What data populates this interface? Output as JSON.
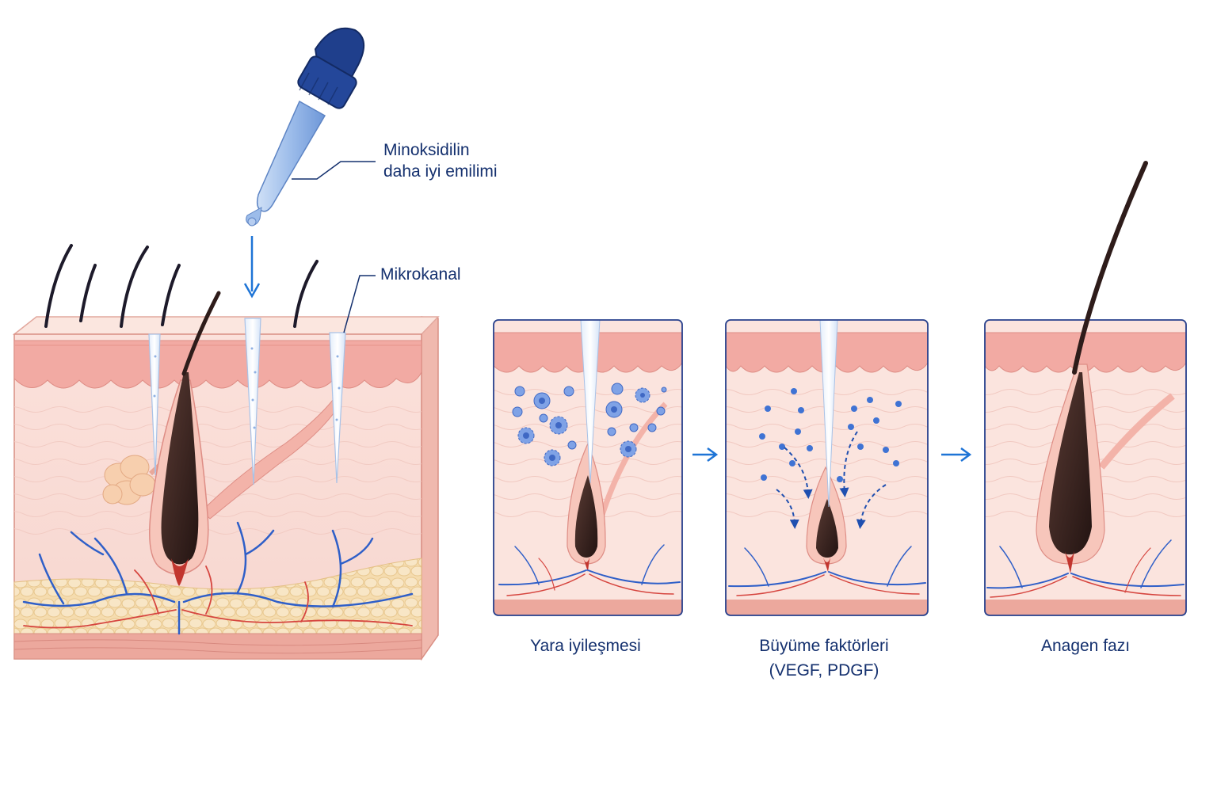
{
  "callouts": {
    "minoxidil_line1": "Minoksidilin",
    "minoxidil_line2": "daha iyi emilimi",
    "microchannel": "Mikrokanal"
  },
  "stages": [
    {
      "caption": "Yara iyileşmesi"
    },
    {
      "caption_line1": "Büyüme faktörleri",
      "caption_line2": "(VEGF, PDGF)"
    },
    {
      "caption": "Anagen fazı"
    }
  ],
  "icons": {
    "dropper": "dropper-icon",
    "down_arrow": "down-arrow-icon",
    "flow_arrow": "right-arrow-icon"
  },
  "colors": {
    "label_text": "#14306e",
    "arrow_blue": "#1e74d6",
    "skin_light": "#fbe4de",
    "epidermis": "#f2aaa3",
    "fat": "#f6deb0",
    "hair": "#2e1c1a",
    "vein": "#2f5fc8",
    "artery": "#d6453f",
    "panel_border": "#263f8c"
  }
}
